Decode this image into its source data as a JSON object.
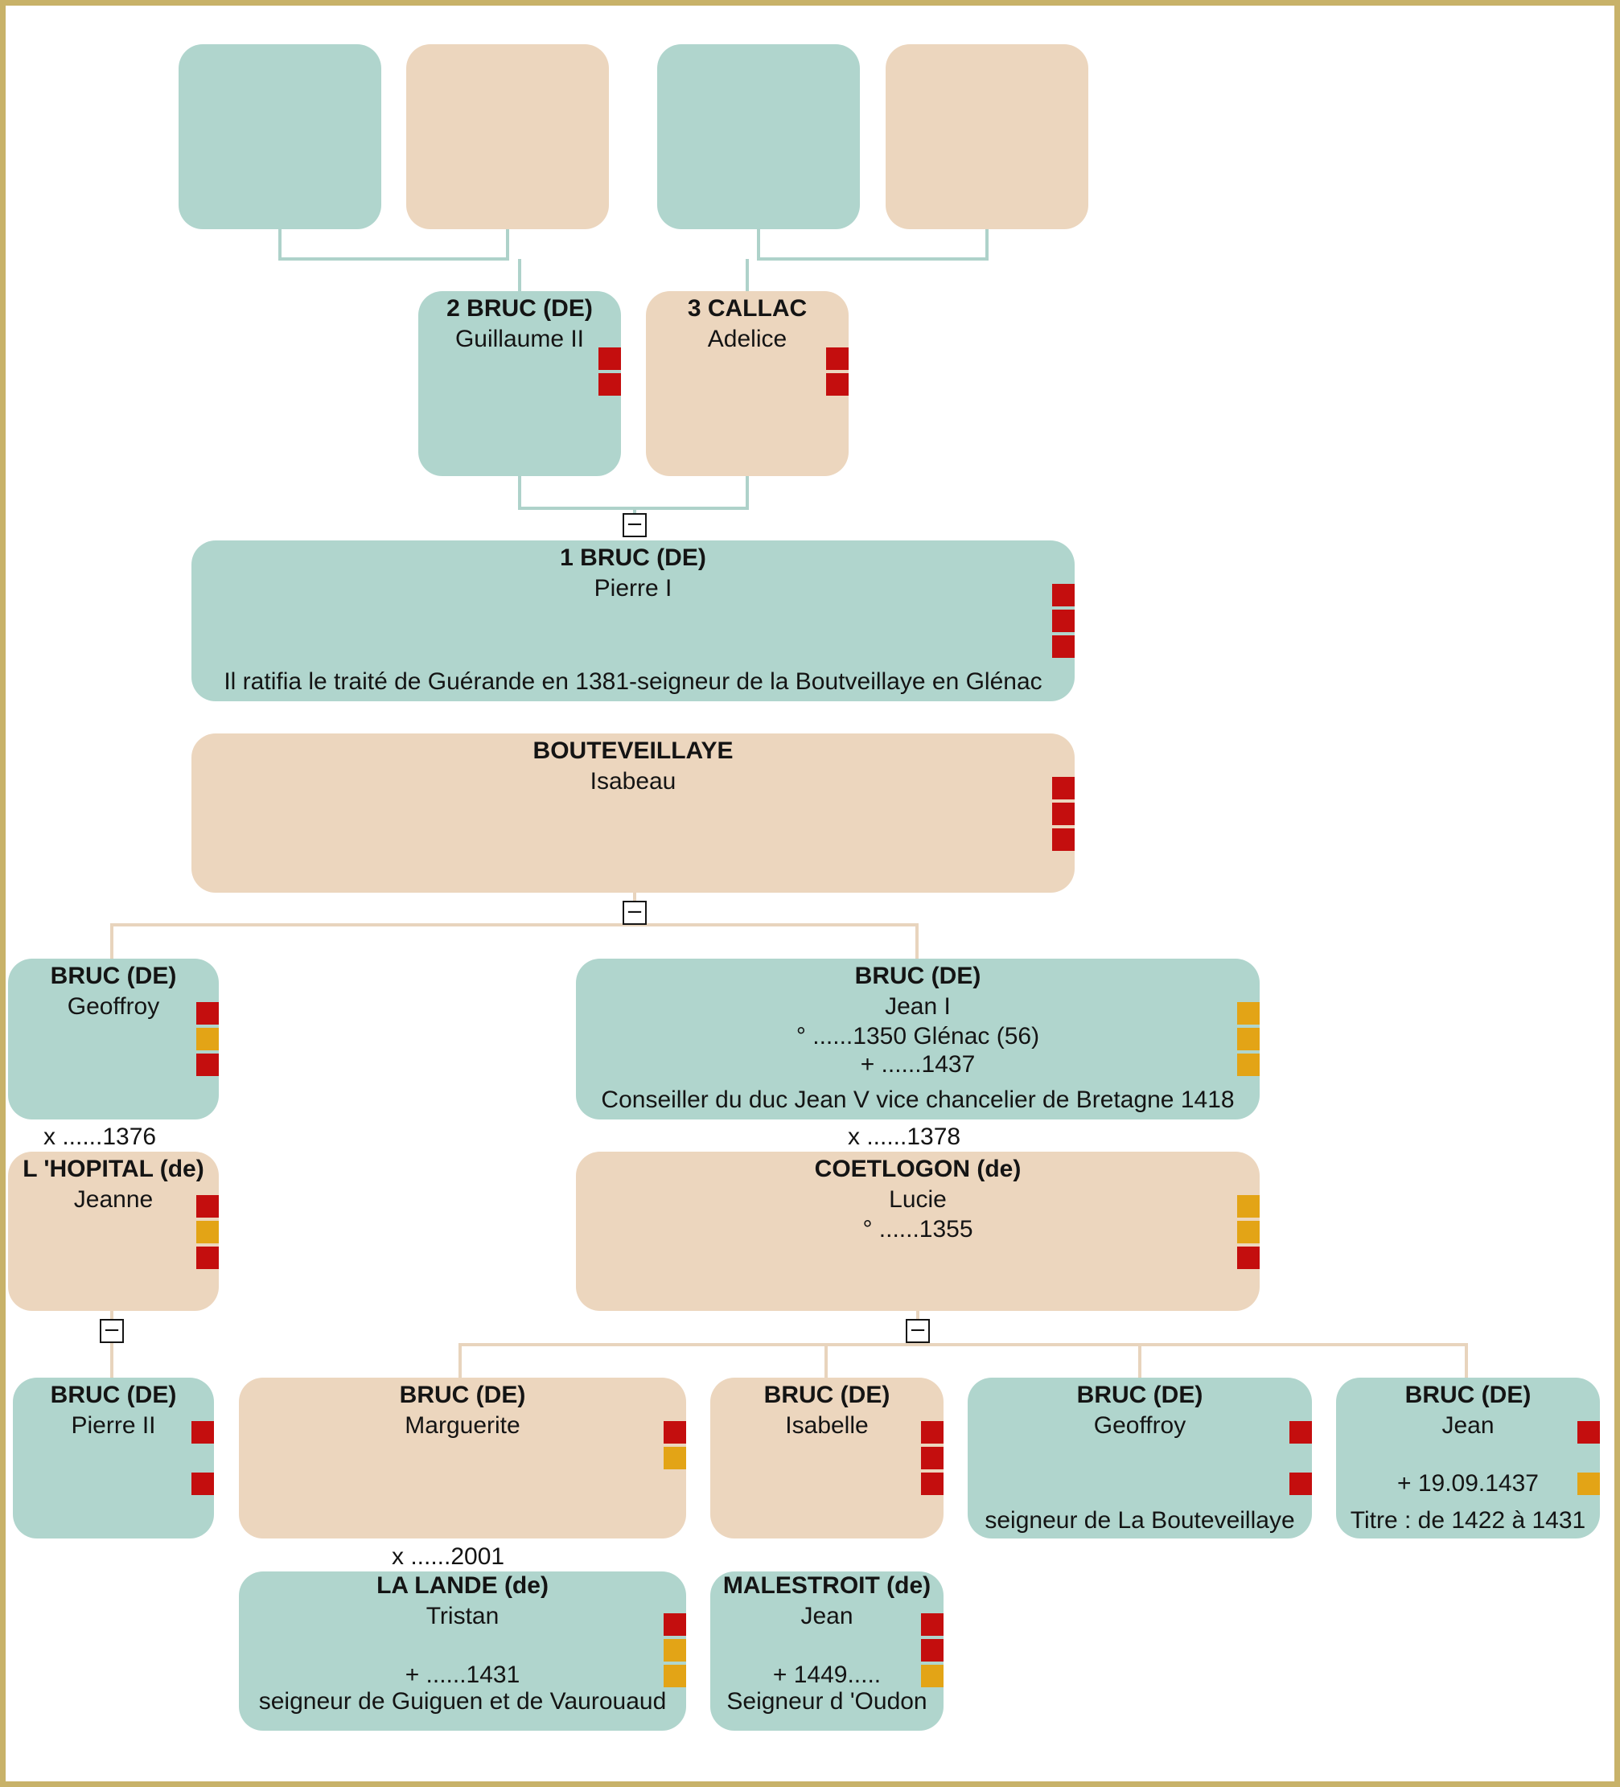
{
  "colors": {
    "male": "#b0d5cd",
    "female": "#ecd6be",
    "marker_red": "#c40e0e",
    "marker_orange": "#e3a416",
    "frame": "#c8b269",
    "connector_male": "#aed2ca",
    "connector_female": "#e8d4bd"
  },
  "icons": {
    "toggle": "collapse-minus-icon"
  },
  "people": {
    "gp_paternal_father": {},
    "gp_paternal_mother": {},
    "gp_maternal_father": {},
    "gp_maternal_mother": {},
    "father": {
      "surname": "2 BRUC (DE)",
      "given": "Guillaume II"
    },
    "mother": {
      "surname": "3 CALLAC",
      "given": "Adelice"
    },
    "root": {
      "surname": "1 BRUC (DE)",
      "given": "Pierre I",
      "note": "Il ratifia le traité de Guérande en 1381-seigneur de la Boutveillaye en Glénac"
    },
    "root_spouse": {
      "surname": "BOUTEVEILLAYE",
      "given": "Isabeau"
    },
    "child_geoffroy": {
      "surname": "BRUC (DE)",
      "given": "Geoffroy"
    },
    "child_geoffroy_spouse": {
      "surname": "L 'HOPITAL (de)",
      "given": "Jeanne"
    },
    "child_jean": {
      "surname": "BRUC (DE)",
      "given": "Jean I",
      "birth": "° ......1350 Glénac (56)",
      "death": "+ ......1437",
      "note": "Conseiller du duc Jean V vice chancelier de Bretagne 1418"
    },
    "child_jean_spouse": {
      "surname": "COETLOGON (de)",
      "given": "Lucie",
      "birth": "° ......1355"
    },
    "gc_pierre": {
      "surname": "BRUC (DE)",
      "given": "Pierre II"
    },
    "gc_marguerite": {
      "surname": "BRUC (DE)",
      "given": "Marguerite"
    },
    "gc_marguerite_spouse": {
      "surname": "LA LANDE (de)",
      "given": "Tristan",
      "death": "+ ......1431",
      "note": "seigneur de Guiguen et de Vaurouaud"
    },
    "gc_isabelle": {
      "surname": "BRUC (DE)",
      "given": "Isabelle"
    },
    "gc_isabelle_spouse": {
      "surname": "MALESTROIT (de)",
      "given": "Jean",
      "death": "+ 1449.....",
      "note": "Seigneur d 'Oudon"
    },
    "gc_geoffroy": {
      "surname": "BRUC (DE)",
      "given": "Geoffroy",
      "note": "seigneur de La Bouteveillaye"
    },
    "gc_jean": {
      "surname": "BRUC (DE)",
      "given": "Jean",
      "death": "+ 19.09.1437",
      "note": "Titre : de 1422 à 1431"
    }
  },
  "marriages": {
    "geoffroy": "x ......1376",
    "jean": "x ......1378",
    "marguerite": "x ......2001"
  }
}
